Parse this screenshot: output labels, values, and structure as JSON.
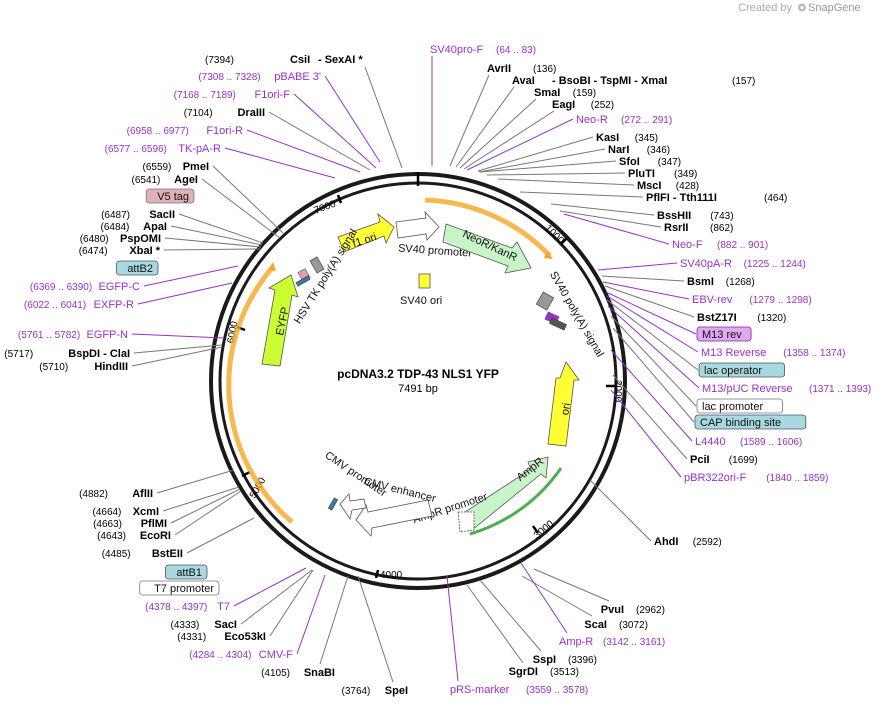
{
  "header": {
    "credit_text": "Created by",
    "brand": "SnapGene"
  },
  "plasmid": {
    "name": "pcDNA3.2 TDP-43 NLS1 YFP",
    "length": "7491 bp"
  },
  "ticks": [
    "1000",
    "2000",
    "3000",
    "4000",
    "5000",
    "6000",
    "7000"
  ],
  "features": {
    "f1_ori": "f1 ori",
    "sv40_promoter": "SV40 promoter",
    "neo": "NeoR/KanR",
    "sv40_ori": "SV40 ori",
    "sv40_polya": "SV40 poly(A) signal",
    "hsv_tk": "HSV TK poly(A) signal",
    "eyfp": "EYFP",
    "ori": "ori",
    "ampr": "AmpR",
    "ampr_promoter": "AmpR promoter",
    "cmv_enhancer": "CMV enhancer",
    "cmv_promoter": "CMV promoter"
  },
  "labels": {
    "top": [
      {
        "name": "CsiI",
        "extra": "- SexAI *",
        "pos": "(7394)"
      },
      {
        "name": "SV40pro-F",
        "pos": "(64 .. 83)"
      },
      {
        "name": "AvrII",
        "pos": "(136)"
      },
      {
        "name": "AvaI",
        "extra": "- BsoBI - TspMI - XmaI",
        "pos": "(157)"
      },
      {
        "name": "SmaI",
        "pos": "(159)"
      },
      {
        "name": "EagI",
        "pos": "(252)"
      }
    ],
    "right": [
      {
        "name": "Neo-R",
        "pos": "(272 .. 291)",
        "kind": "primer"
      },
      {
        "name": "KasI",
        "pos": "(345)",
        "kind": "enzyme"
      },
      {
        "name": "NarI",
        "pos": "(346)",
        "kind": "enzyme"
      },
      {
        "name": "SfoI",
        "pos": "(347)",
        "kind": "enzyme"
      },
      {
        "name": "PluTI",
        "pos": "(349)",
        "kind": "enzyme"
      },
      {
        "name": "MscI",
        "pos": "(428)",
        "kind": "enzyme"
      },
      {
        "name": "PflFI - Tth111I",
        "pos": "(464)",
        "kind": "enzyme"
      },
      {
        "name": "BssHII",
        "pos": "(743)",
        "kind": "enzyme"
      },
      {
        "name": "RsrII",
        "pos": "(862)",
        "kind": "enzyme"
      },
      {
        "name": "Neo-F",
        "pos": "(882 .. 901)",
        "kind": "primer"
      },
      {
        "name": "SV40pA-R",
        "pos": "(1225 .. 1244)",
        "kind": "primer"
      },
      {
        "name": "BsmI",
        "pos": "(1268)",
        "kind": "enzyme"
      },
      {
        "name": "EBV-rev",
        "pos": "(1279 .. 1298)",
        "kind": "primer"
      },
      {
        "name": "BstZ17I",
        "pos": "(1320)",
        "kind": "enzyme"
      },
      {
        "name": "M13 rev",
        "pos": "",
        "kind": "box-purple"
      },
      {
        "name": "M13 Reverse",
        "pos": "(1358 .. 1374)",
        "kind": "primer"
      },
      {
        "name": "lac operator",
        "pos": "",
        "kind": "box-blue"
      },
      {
        "name": "M13/pUC Reverse",
        "pos": "(1371 .. 1393)",
        "kind": "primer"
      },
      {
        "name": "lac promoter",
        "pos": "",
        "kind": "box-white"
      },
      {
        "name": "CAP binding site",
        "pos": "",
        "kind": "box-blue"
      },
      {
        "name": "L4440",
        "pos": "(1589 .. 1606)",
        "kind": "primer"
      },
      {
        "name": "PciI",
        "pos": "(1699)",
        "kind": "enzyme"
      },
      {
        "name": "pBR322ori-F",
        "pos": "(1840 .. 1859)",
        "kind": "primer"
      },
      {
        "name": "AhdI",
        "pos": "(2592)",
        "kind": "enzyme"
      }
    ],
    "bottom": [
      {
        "name": "PvuI",
        "pos": "(2962)",
        "kind": "enzyme"
      },
      {
        "name": "ScaI",
        "pos": "(3072)",
        "kind": "enzyme"
      },
      {
        "name": "Amp-R",
        "pos": "(3142 .. 3161)",
        "kind": "primer"
      },
      {
        "name": "SspI",
        "pos": "(3396)",
        "kind": "enzyme"
      },
      {
        "name": "SgrDI",
        "pos": "(3513)",
        "kind": "enzyme"
      },
      {
        "name": "pRS-marker",
        "pos": "(3559 .. 3578)",
        "kind": "primer"
      },
      {
        "name": "SpeI",
        "pos": "(3764)",
        "kind": "enzyme"
      },
      {
        "name": "SnaBI",
        "pos": "(4105)",
        "kind": "enzyme"
      }
    ],
    "left": [
      {
        "name": "pBABE 3'",
        "pos": "(7308 .. 7328)",
        "kind": "primer"
      },
      {
        "name": "F1ori-F",
        "pos": "(7168 .. 7189)",
        "kind": "primer"
      },
      {
        "name": "DraIII",
        "pos": "(7104)",
        "kind": "enzyme"
      },
      {
        "name": "F1ori-R",
        "pos": "(6958 .. 6977)",
        "kind": "primer"
      },
      {
        "name": "TK-pA-R",
        "pos": "(6577 .. 6596)",
        "kind": "primer"
      },
      {
        "name": "PmeI",
        "pos": "(6559)",
        "kind": "enzyme"
      },
      {
        "name": "AgeI",
        "pos": "(6541)",
        "kind": "enzyme"
      },
      {
        "name": "V5 tag",
        "pos": "",
        "kind": "box-pink"
      },
      {
        "name": "SacII",
        "pos": "(6487)",
        "kind": "enzyme"
      },
      {
        "name": "ApaI",
        "pos": "(6484)",
        "kind": "enzyme"
      },
      {
        "name": "PspOMI",
        "pos": "(6480)",
        "kind": "enzyme"
      },
      {
        "name": "XbaI *",
        "pos": "(6474)",
        "kind": "enzyme"
      },
      {
        "name": "attB2",
        "pos": "",
        "kind": "box-blue"
      },
      {
        "name": "EGFP-C",
        "pos": "(6369 .. 6390)",
        "kind": "primer"
      },
      {
        "name": "EXFP-R",
        "pos": "(6022 .. 6041)",
        "kind": "primer"
      },
      {
        "name": "EGFP-N",
        "pos": "(5761 .. 5782)",
        "kind": "primer"
      },
      {
        "name": "BspDI - ClaI",
        "pos": "(5717)",
        "kind": "enzyme"
      },
      {
        "name": "HindIII",
        "pos": "(5710)",
        "kind": "enzyme"
      },
      {
        "name": "AflII",
        "pos": "(4882)",
        "kind": "enzyme"
      },
      {
        "name": "XcmI",
        "pos": "(4664)",
        "kind": "enzyme"
      },
      {
        "name": "PflMI",
        "pos": "(4663)",
        "kind": "enzyme"
      },
      {
        "name": "EcoRI",
        "pos": "(4643)",
        "kind": "enzyme"
      },
      {
        "name": "BstEII",
        "pos": "(4485)",
        "kind": "enzyme"
      },
      {
        "name": "attB1",
        "pos": "",
        "kind": "box-blue"
      },
      {
        "name": "T7 promoter",
        "pos": "",
        "kind": "box-white"
      },
      {
        "name": "T7",
        "pos": "(4378 .. 4397)",
        "kind": "primer"
      },
      {
        "name": "SacI",
        "pos": "(4333)",
        "kind": "enzyme"
      },
      {
        "name": "Eco53kI",
        "pos": "(4331)",
        "kind": "enzyme"
      },
      {
        "name": "CMV-F",
        "pos": "(4284 .. 4304)",
        "kind": "primer"
      }
    ]
  },
  "colors": {
    "backbone": "#1a1a1a",
    "primer": "#9b30c8",
    "neo": "#c8f5c8",
    "yellow": "#ffff33",
    "eyfp": "#ccff33",
    "orange": "#f5a623",
    "ampr_arc": "#4caf50"
  }
}
